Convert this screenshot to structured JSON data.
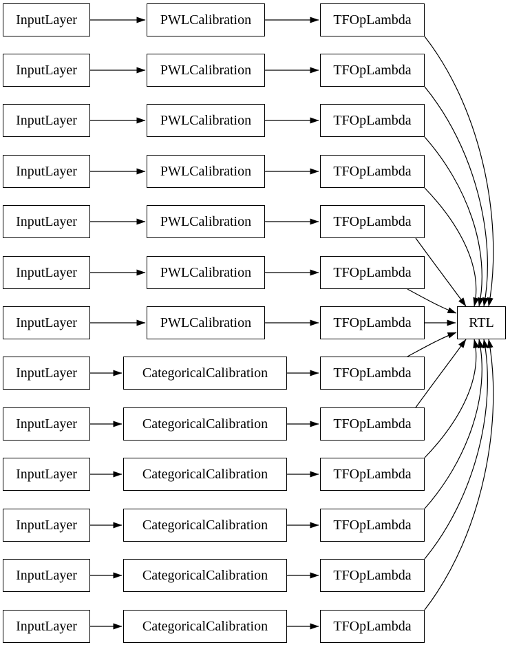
{
  "colors": {
    "background": "#ffffff",
    "node_fill": "#ffffff",
    "node_border": "#000000",
    "edge": "#000000",
    "text": "#000000"
  },
  "graph": {
    "output_node": {
      "label": "RTL",
      "type": "RTL"
    },
    "rows": [
      {
        "input": "InputLayer",
        "calibration": "PWLCalibration",
        "calibration_type": "pwl",
        "lambda": "TFOpLambda"
      },
      {
        "input": "InputLayer",
        "calibration": "PWLCalibration",
        "calibration_type": "pwl",
        "lambda": "TFOpLambda"
      },
      {
        "input": "InputLayer",
        "calibration": "PWLCalibration",
        "calibration_type": "pwl",
        "lambda": "TFOpLambda"
      },
      {
        "input": "InputLayer",
        "calibration": "PWLCalibration",
        "calibration_type": "pwl",
        "lambda": "TFOpLambda"
      },
      {
        "input": "InputLayer",
        "calibration": "PWLCalibration",
        "calibration_type": "pwl",
        "lambda": "TFOpLambda"
      },
      {
        "input": "InputLayer",
        "calibration": "PWLCalibration",
        "calibration_type": "pwl",
        "lambda": "TFOpLambda"
      },
      {
        "input": "InputLayer",
        "calibration": "PWLCalibration",
        "calibration_type": "pwl",
        "lambda": "TFOpLambda"
      },
      {
        "input": "InputLayer",
        "calibration": "CategoricalCalibration",
        "calibration_type": "categorical",
        "lambda": "TFOpLambda"
      },
      {
        "input": "InputLayer",
        "calibration": "CategoricalCalibration",
        "calibration_type": "categorical",
        "lambda": "TFOpLambda"
      },
      {
        "input": "InputLayer",
        "calibration": "CategoricalCalibration",
        "calibration_type": "categorical",
        "lambda": "TFOpLambda"
      },
      {
        "input": "InputLayer",
        "calibration": "CategoricalCalibration",
        "calibration_type": "categorical",
        "lambda": "TFOpLambda"
      },
      {
        "input": "InputLayer",
        "calibration": "CategoricalCalibration",
        "calibration_type": "categorical",
        "lambda": "TFOpLambda"
      },
      {
        "input": "InputLayer",
        "calibration": "CategoricalCalibration",
        "calibration_type": "categorical",
        "lambda": "TFOpLambda"
      }
    ],
    "edges_note": "each row: input -> calibration -> lambda; every lambda -> RTL"
  }
}
